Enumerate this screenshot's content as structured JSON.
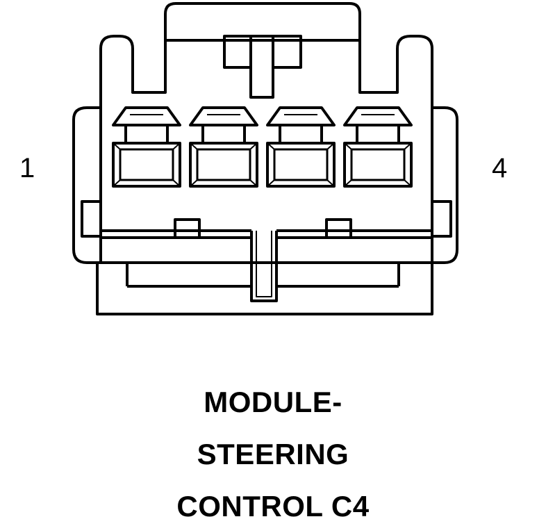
{
  "diagram": {
    "pin_labels": {
      "left": "1",
      "right": "4"
    },
    "cavity_count": 4,
    "title_lines": [
      "MODULE-",
      "STEERING",
      "CONTROL C4"
    ]
  }
}
